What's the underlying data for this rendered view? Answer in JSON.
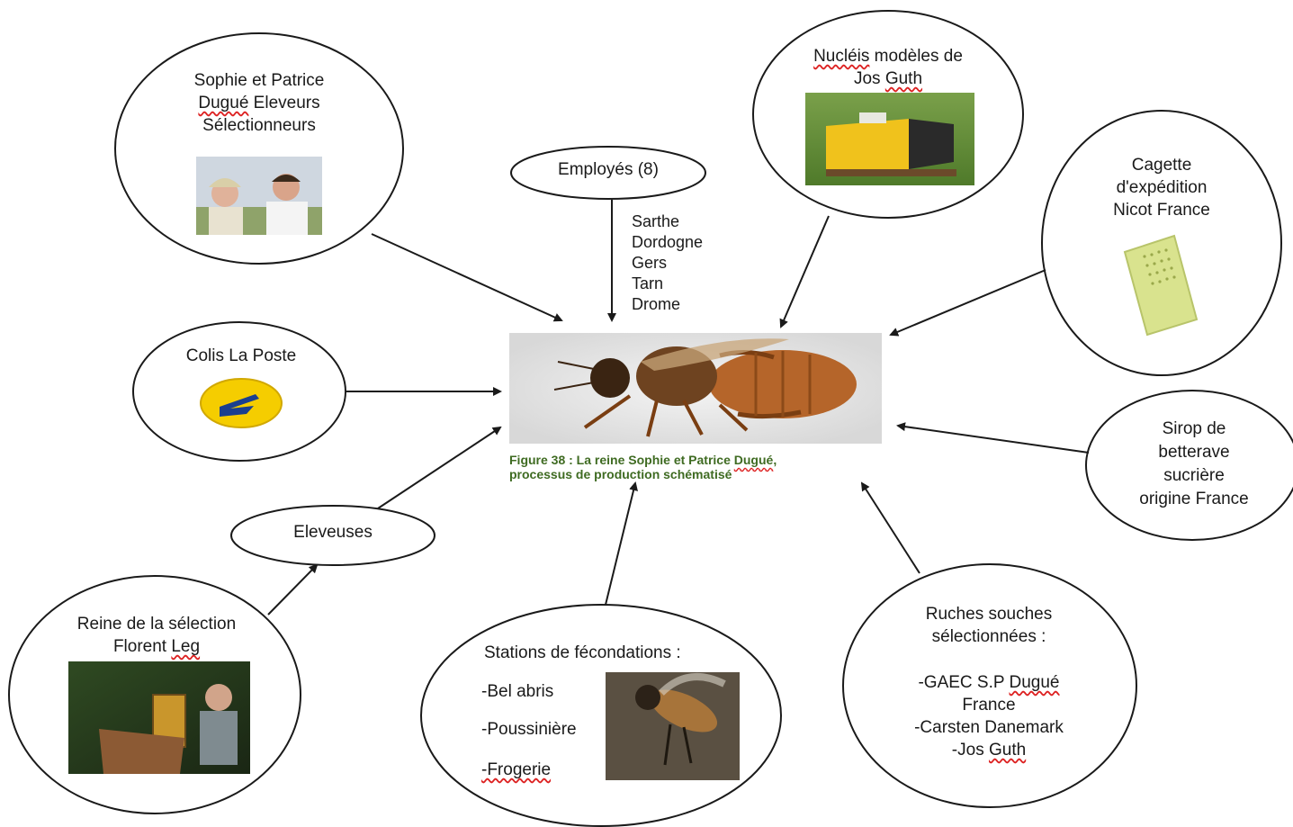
{
  "nodes": {
    "dugue": {
      "line1": "Sophie et Patrice",
      "line2a": "Dugué",
      "line2b": " Eleveurs",
      "line3": "Sélectionneurs"
    },
    "employes": {
      "label": "Employés (8)"
    },
    "departements": [
      "Sarthe",
      "Dordogne",
      "Gers",
      "Tarn",
      "Drome"
    ],
    "nucleis": {
      "line1a": "Nucléis",
      "line1b": " modèles de",
      "line2a": "Jos ",
      "line2b": "Guth"
    },
    "cagette": {
      "line1": "Cagette",
      "line2": "d'expédition",
      "line3": "Nicot France"
    },
    "colis": {
      "label": "Colis La Poste"
    },
    "sirop": {
      "line1": "Sirop de",
      "line2": "betterave",
      "line3": "sucrière",
      "line4": "origine France"
    },
    "eleveuses": {
      "label": "Eleveuses"
    },
    "reine_selection": {
      "line1": "Reine de la sélection",
      "line2a": "Florent ",
      "line2b": "Leg"
    },
    "stations": {
      "title": "Stations de fécondations :",
      "item1": "-Bel abris",
      "item2": "-Poussinière",
      "item3": "-Frogerie"
    },
    "ruches": {
      "line1": "Ruches souches",
      "line2": "sélectionnées :",
      "line3a": "-GAEC S.P ",
      "line3b": "Dugué",
      "line4": "France",
      "line5": "-Carsten Danemark",
      "line6a": "-Jos ",
      "line6b": "Guth"
    }
  },
  "caption": {
    "line1a": "Figure 38 : La reine Sophie et Patrice ",
    "line1b": "Dugué",
    "line1c": ",",
    "line2": "processus de production schématisé"
  },
  "colors": {
    "caption": "#3f6b22",
    "stroke": "#1a1a1a",
    "spellcheck": "#d22"
  }
}
